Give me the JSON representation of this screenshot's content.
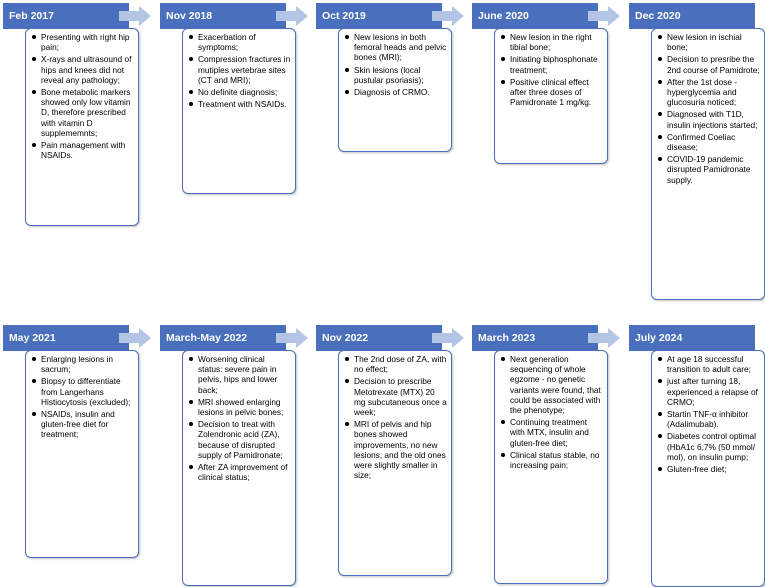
{
  "colors": {
    "header_bg": "#4a6fbd",
    "card_border": "#4a6fbd",
    "arrow_fill": "#b4c4e4"
  },
  "rows": [
    {
      "stages": [
        {
          "date": "Feb 2017",
          "items": [
            "Presenting with right hip pain;",
            "X-rays and ultrasound of hips and knees did not reveal any pathology;",
            "Bone metabolic markers showed only low vitamin D, therefore prescribed with vitamin D supplememnts;",
            "Pain management with NSAIDs."
          ]
        },
        {
          "date": "Nov 2018",
          "items": [
            "Exacerbation of symptoms;",
            "Compression fractures in mutiples vertebrae sites (CT and MRI);",
            "No definite diagnosis;",
            "Treatment with NSAIDs."
          ]
        },
        {
          "date": "Oct 2019",
          "items": [
            "New lesions in both femoral heads and pelvic bones (MRI);",
            "Skin lesions (local pustular psoriasis);",
            "Diagnosis of CRMO."
          ]
        },
        {
          "date": "June 2020",
          "items": [
            "New lesion in the right tibial bone;",
            "Initiating biphosphonate treatment;",
            "Positive clinical effect after three doses of Pamidronate 1 mg/kg."
          ]
        },
        {
          "date": "Dec 2020",
          "items": [
            "New lesion in ischial bone;",
            "Decision to presribe the 2nd course of Pamidrote;",
            "After the 1st dose - hyperglycemia and glucosuria noticed;",
            "Diagnosed with T1D, insulin injections started;",
            "Confirmed Coeliac disease;",
            "COVID-19 pandemic disrupted Pamidronate supply."
          ]
        }
      ]
    },
    {
      "stages": [
        {
          "date": "May 2021",
          "items": [
            "Enlarging lesions in sacrum;",
            "Biopsy to differentiate from Langerhans Histiocytosis (excluded);",
            "NSAIDs, insulin and gluten-free diet for treatment;"
          ]
        },
        {
          "date": "March-May 2022",
          "items": [
            "Worsening clinical status: severe pain in pelvis, hips and lower back;",
            "MRI showed enlarging lesions in pelvic bones;",
            "Decision to treat with Zolendronic acid (ZA), because of disrupted supply of Pamidronate;",
            "After ZA improvement of clinical status;"
          ]
        },
        {
          "date": "Nov 2022",
          "items": [
            "The 2nd dose of ZA, with no effect;",
            "Decision to prescribe Metotrexate (MTX) 20 mg subcutaneous once a week;",
            "MRI of pelvis and hip bones showed improvements, no new lesions, and the old ones were slightly smaller in size;"
          ]
        },
        {
          "date": "March 2023",
          "items": [
            "Next generation sequencing of whole egzome - no genetic variants were found, that could be associated with the phenotype;",
            "Continuing treatment with MTX, insulin and gluten-free diet;",
            "Clinical status stable, no increasing pain;"
          ]
        },
        {
          "date": "July 2024",
          "items": [
            "At age 18 successful transition to adult care;",
            "just after turning 18, experienced a relapse of CRMO;",
            "Startin TNF-α inhibitor (Adalimubab).",
            "Diabetes control optimal (HbA1c 6,7% (50 mmol/ mol), on insulin pump;",
            "Gluten-free diet;"
          ]
        }
      ]
    }
  ]
}
